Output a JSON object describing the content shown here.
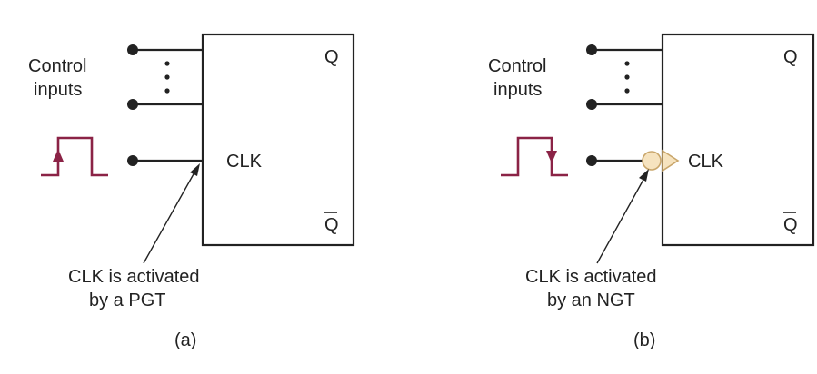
{
  "panels": [
    {
      "id": "a",
      "control_label_line1": "Control",
      "control_label_line2": "inputs",
      "vertical_dots": "•\n•\n•",
      "clk_label": "CLK",
      "q_label": "Q",
      "qbar_label": "Q",
      "note_line1": "CLK is activated",
      "note_line2": "by a PGT",
      "caption": "(a)"
    },
    {
      "id": "b",
      "control_label_line1": "Control",
      "control_label_line2": "inputs",
      "clk_label": "CLK",
      "q_label": "Q",
      "qbar_label": "Q",
      "note_line1": "CLK is activated",
      "note_line2": "by an NGT",
      "caption": "(b)"
    }
  ],
  "colors": {
    "pulse": "#8b2346",
    "bubble_fill": "#f6e3bf",
    "bubble_stroke": "#c9a66b",
    "line": "#222222"
  }
}
